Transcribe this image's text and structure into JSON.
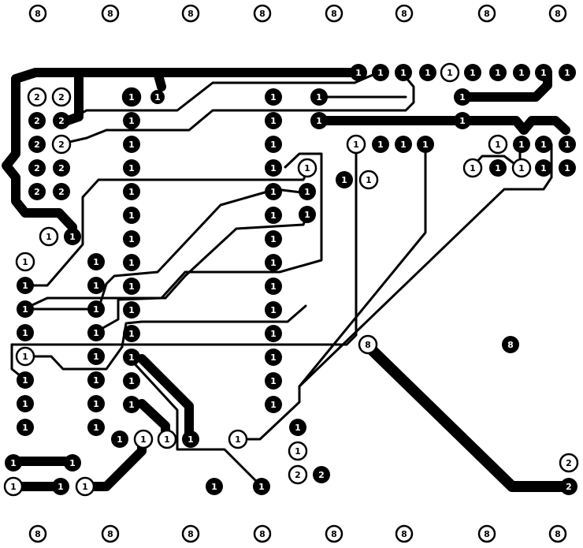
{
  "colors": {
    "copper": "#000000",
    "background": "#ffffff",
    "solid_label": "#ffffff",
    "hollow_label": "#000000"
  },
  "net_labels": {
    "one": "1",
    "two": "2",
    "eight": "8"
  },
  "pad_styles": [
    "solid",
    "hollow"
  ],
  "components": [
    "mounting-holes",
    "header-left",
    "header-right",
    "ic-socket",
    "connector-2",
    "jumpers"
  ]
}
